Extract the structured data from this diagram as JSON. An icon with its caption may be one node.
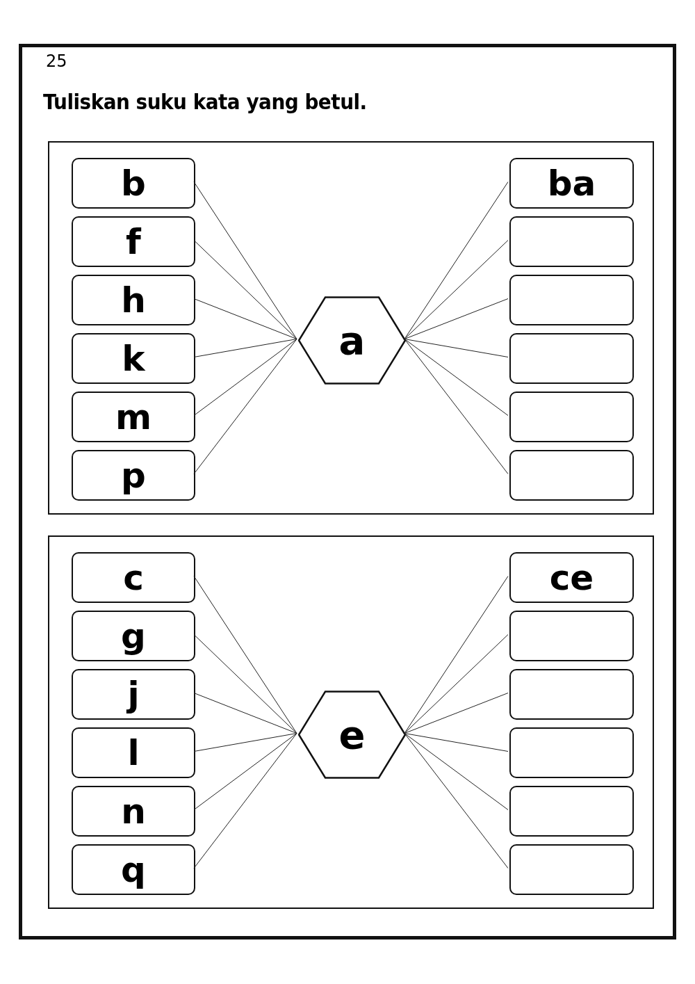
{
  "diagram": {
    "title": "Tuliskan suku kata yang betul.",
    "nodes": [
      {
        "text": [],
        "shape": "box"
      },
      {
        "text": [
          "b"
        ],
        "in": 0
      },
      {
        "text": [
          "f"
        ],
        "in": 0
      },
      {
        "text": [
          "h"
        ],
        "in": 0
      },
      {
        "text": [
          "k"
        ],
        "in": 0
      },
      {
        "text": [
          "m"
        ],
        "in": 0
      },
      {
        "text": [
          "p"
        ],
        "in": 0
      },
      {
        "text": [
          "a"
        ],
        "in": 0
      },
      {
        "text": [
          "ba"
        ],
        "in": 0
      },
      {
        "text": [],
        "shape": "box",
        "in": 0
      },
      {
        "text": [],
        "shape": "box",
        "in": 0
      },
      {
        "text": [],
        "shape": "box",
        "in": 0
      },
      {
        "text": [],
        "shape": "box",
        "in": 0
      },
      {
        "text": [],
        "shape": "box",
        "in": 0
      },
      {
        "text": [],
        "shape": "box"
      },
      {
        "text": [
          "c"
        ],
        "in": 14
      },
      {
        "text": [
          "g"
        ],
        "in": 14
      },
      {
        "text": [
          "j"
        ],
        "in": 14
      },
      {
        "text": [
          "l"
        ],
        "in": 14
      },
      {
        "text": [
          "n"
        ],
        "in": 14
      },
      {
        "text": [
          "q"
        ],
        "in": 14
      },
      {
        "text": [
          "e"
        ],
        "in": 14
      },
      {
        "text": [
          "ce"
        ],
        "in": 14
      },
      {
        "text": [],
        "shape": "box",
        "in": 14
      },
      {
        "text": [],
        "shape": "box",
        "in": 14
      },
      {
        "text": [],
        "shape": "box",
        "in": 14
      },
      {
        "text": [],
        "shape": "box",
        "in": 14
      },
      {
        "text": [],
        "shape": "box",
        "in": 14
      }
    ],
    "edges": [
      {
        "from": 1,
        "to": 7,
        "arrow": "none"
      },
      {
        "from": 2,
        "to": 7,
        "arrow": "none"
      },
      {
        "from": 3,
        "to": 7,
        "arrow": "none"
      },
      {
        "from": 4,
        "to": 7,
        "arrow": "none"
      },
      {
        "from": 5,
        "to": 7,
        "arrow": "none"
      },
      {
        "from": 6,
        "to": 7,
        "arrow": "none"
      },
      {
        "from": 7,
        "to": 8,
        "arrow": "none"
      },
      {
        "from": 7,
        "to": 9,
        "arrow": "none"
      },
      {
        "from": 7,
        "to": 10,
        "arrow": "none"
      },
      {
        "from": 7,
        "to": 11,
        "arrow": "none"
      },
      {
        "from": 7,
        "to": 12,
        "arrow": "none"
      },
      {
        "from": 7,
        "to": 13,
        "arrow": "none"
      },
      {
        "from": 15,
        "to": 21,
        "arrow": "none"
      },
      {
        "from": 16,
        "to": 21,
        "arrow": "none"
      },
      {
        "from": 17,
        "to": 21,
        "arrow": "none"
      },
      {
        "from": 18,
        "to": 21,
        "arrow": "none"
      },
      {
        "from": 19,
        "to": 21,
        "arrow": "none"
      },
      {
        "from": 20,
        "to": 21,
        "arrow": "none"
      },
      {
        "from": 21,
        "to": 22,
        "arrow": "none"
      },
      {
        "from": 21,
        "to": 23,
        "arrow": "none"
      },
      {
        "from": 21,
        "to": 24,
        "arrow": "none"
      },
      {
        "from": 21,
        "to": 25,
        "arrow": "none"
      },
      {
        "from": 21,
        "to": 26,
        "arrow": "none"
      },
      {
        "from": 21,
        "to": 27,
        "arrow": "none"
      }
    ],
    "labels": [
      "25"
    ]
  }
}
